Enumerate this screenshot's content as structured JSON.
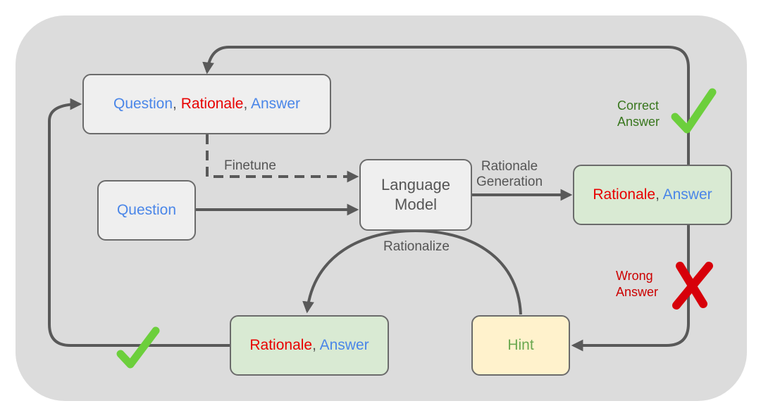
{
  "nodes": {
    "question_rationale_answer": {
      "question": "Question",
      "sep1": ", ",
      "rationale": "Rationale",
      "sep2": ", ",
      "answer": "Answer"
    },
    "question": {
      "label": "Question"
    },
    "language_model": {
      "line1": "Language",
      "line2": "Model"
    },
    "rationale_answer_right": {
      "rationale": "Rationale",
      "sep": ", ",
      "answer": "Answer"
    },
    "rationale_answer_bottom": {
      "rationale": "Rationale",
      "sep": ", ",
      "answer": "Answer"
    },
    "hint": {
      "label": "Hint"
    }
  },
  "edge_labels": {
    "finetune": "Finetune",
    "rationale_generation_line1": "Rationale",
    "rationale_generation_line2": "Generation",
    "rationalize": "Rationalize",
    "correct_line1": "Correct",
    "correct_line2": "Answer",
    "wrong_line1": "Wrong",
    "wrong_line2": "Answer"
  },
  "colors": {
    "question_text": "#4a86e8",
    "rationale_text": "#e80000",
    "check_mark": "#6ccf3c",
    "cross_mark": "#d7000a",
    "edge": "#595959"
  },
  "icons": [
    "check-icon",
    "check-icon",
    "cross-icon"
  ]
}
